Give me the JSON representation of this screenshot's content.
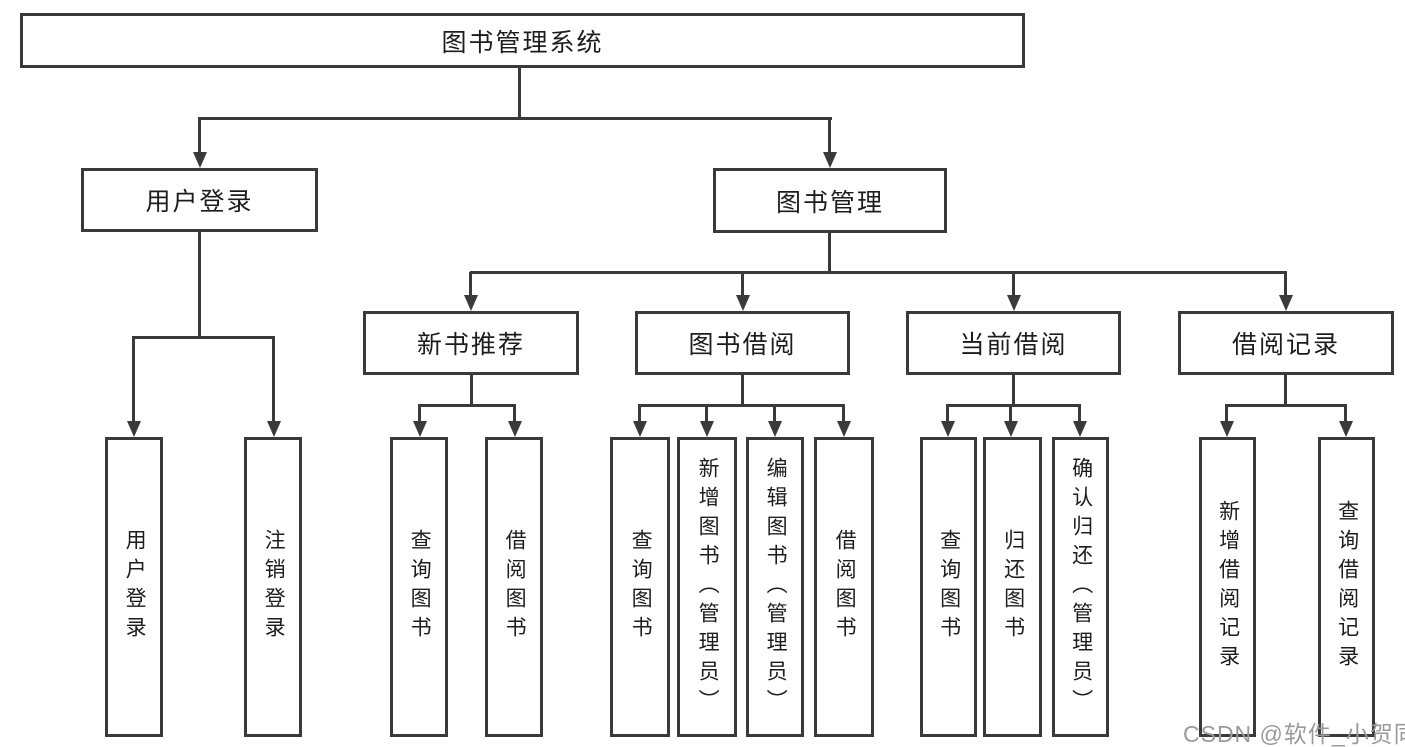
{
  "diagram": {
    "title": "图书管理系统",
    "watermark": "CSDN @软件_小贺同学",
    "colors": {
      "line": "#3a3a3a",
      "box_border": "#3a3a3a",
      "box_fill": "#ffffff",
      "text": "#1d1d1d",
      "watermark": "#9a9a9a"
    },
    "nodes": {
      "root": "图书管理系统",
      "user_login": "用户登录",
      "book_mgmt": "图书管理",
      "new_books": "新书推荐",
      "book_borrow": "图书借阅",
      "current_borrow": "当前借阅",
      "borrow_records": "借阅记录",
      "v_user_login": "用户登录",
      "v_logout": "注销登录",
      "v_query_book_a": "查询图书",
      "v_borrow_book_a": "借阅图书",
      "v_query_book_b": "查询图书",
      "v_add_book": "新增图书（管理员）",
      "v_edit_book": "编辑图书（管理员）",
      "v_borrow_book_b": "借阅图书",
      "v_query_book_c": "查询图书",
      "v_return_book": "归还图书",
      "v_confirm_return": "确认归还（管理员）",
      "v_add_record": "新增借阅记录",
      "v_query_record": "查询借阅记录"
    }
  }
}
